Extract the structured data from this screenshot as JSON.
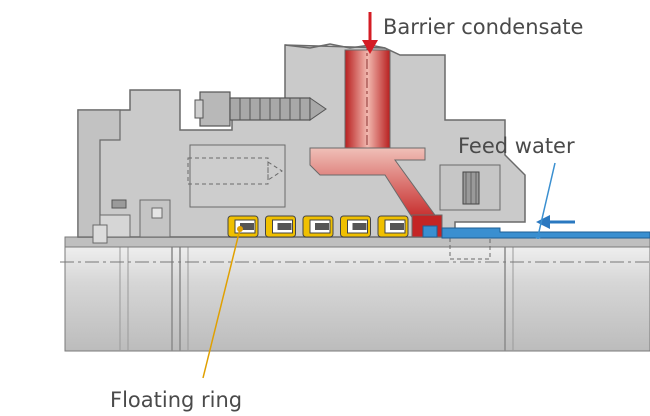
{
  "labels": {
    "barrier_condensate": "Barrier condensate",
    "feed_water": "Feed water",
    "floating_ring": "Floating ring"
  },
  "colors": {
    "housing": "#c9c9c9",
    "housing_edge": "#6a6a6a",
    "shaft": "#d3d3d3",
    "barrier_flow": "#d42a2a",
    "feed_flow": "#3a8fd0",
    "floating_ring": "#f0c000",
    "arrow_red": "#d41c24",
    "arrow_blue": "#2a78c0",
    "leader_line": "#e0a000"
  },
  "floating_ring_count": 5
}
